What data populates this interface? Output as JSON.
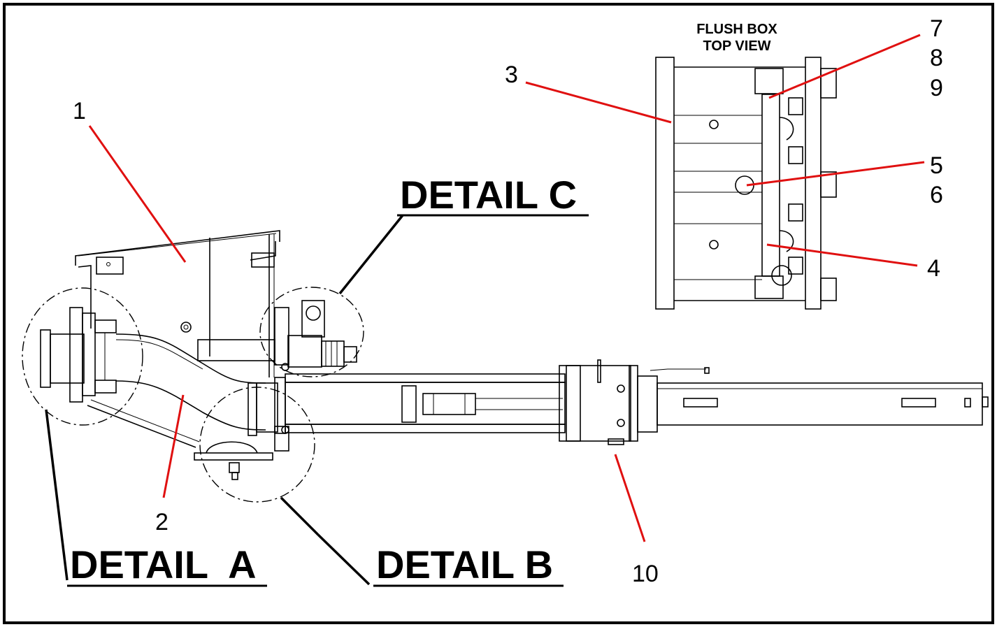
{
  "callouts": {
    "c1": "1",
    "c2": "2",
    "c3": "3",
    "c4": "4",
    "c5": "5",
    "c6": "6",
    "c7": "7",
    "c8": "8",
    "c9": "9",
    "c10": "10"
  },
  "details": {
    "a": "DETAIL  A",
    "b": "DETAIL B",
    "c": "DETAIL C"
  },
  "top_view": {
    "line1": "FLUSH BOX",
    "line2": "TOP VIEW"
  },
  "colors": {
    "leader_red": "#e01010",
    "line_black": "#000000"
  }
}
